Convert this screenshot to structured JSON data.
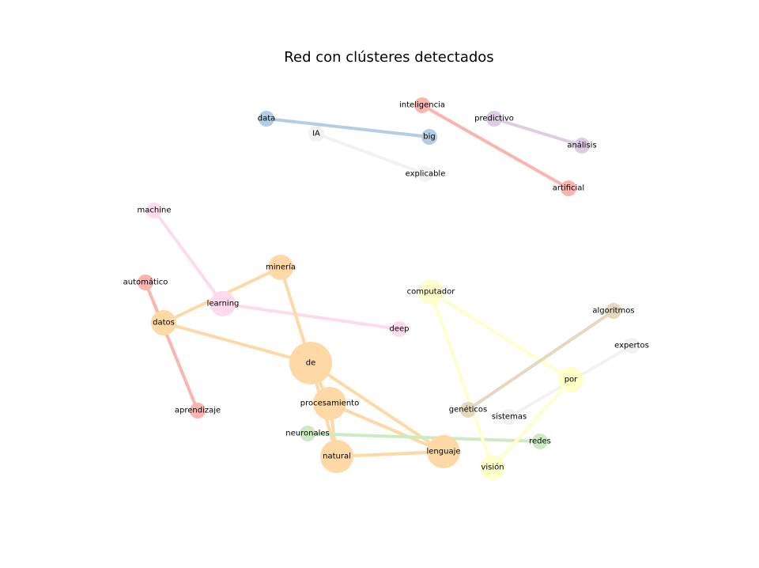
{
  "title": "Red con clústeres detectados",
  "nodes": [
    {
      "id": "data",
      "label": "data",
      "cluster": "c_data",
      "size": "small"
    },
    {
      "id": "big",
      "label": "big",
      "cluster": "c_data",
      "size": "small"
    },
    {
      "id": "IA",
      "label": "IA",
      "cluster": "c_ia",
      "size": "small"
    },
    {
      "id": "explicable",
      "label": "explicable",
      "cluster": "c_ia",
      "size": "small"
    },
    {
      "id": "inteligencia",
      "label": "inteligencia",
      "cluster": "c_ai",
      "size": "small"
    },
    {
      "id": "artificial",
      "label": "artificial",
      "cluster": "c_ai",
      "size": "small"
    },
    {
      "id": "predictivo",
      "label": "predictivo",
      "cluster": "c_pred",
      "size": "small"
    },
    {
      "id": "analisis",
      "label": "análisis",
      "cluster": "c_pred",
      "size": "small"
    },
    {
      "id": "machine",
      "label": "machine",
      "cluster": "c_ml",
      "size": "small"
    },
    {
      "id": "learning",
      "label": "learning",
      "cluster": "c_ml",
      "size": "medium"
    },
    {
      "id": "deep",
      "label": "deep",
      "cluster": "c_ml",
      "size": "small"
    },
    {
      "id": "automatico",
      "label": "automático",
      "cluster": "c_auto",
      "size": "small"
    },
    {
      "id": "aprendizaje",
      "label": "aprendizaje",
      "cluster": "c_auto",
      "size": "small"
    },
    {
      "id": "mineria",
      "label": "minería",
      "cluster": "c_nlp",
      "size": "medium"
    },
    {
      "id": "datos",
      "label": "datos",
      "cluster": "c_nlp",
      "size": "medium"
    },
    {
      "id": "de",
      "label": "de",
      "cluster": "c_nlp",
      "size": "xlarge"
    },
    {
      "id": "procesamiento",
      "label": "procesamiento",
      "cluster": "c_nlp",
      "size": "large"
    },
    {
      "id": "natural",
      "label": "natural",
      "cluster": "c_nlp",
      "size": "large"
    },
    {
      "id": "lenguaje",
      "label": "lenguaje",
      "cluster": "c_nlp",
      "size": "large"
    },
    {
      "id": "neuronales",
      "label": "neuronales",
      "cluster": "c_nn",
      "size": "small"
    },
    {
      "id": "redes",
      "label": "redes",
      "cluster": "c_nn",
      "size": "small"
    },
    {
      "id": "computador",
      "label": "computador",
      "cluster": "c_cv",
      "size": "medium"
    },
    {
      "id": "por",
      "label": "por",
      "cluster": "c_cv",
      "size": "medium"
    },
    {
      "id": "vision",
      "label": "visión",
      "cluster": "c_cv",
      "size": "medium"
    },
    {
      "id": "algoritmos",
      "label": "algoritmos",
      "cluster": "c_gen",
      "size": "small"
    },
    {
      "id": "geneticos",
      "label": "genéticos",
      "cluster": "c_gen",
      "size": "small"
    },
    {
      "id": "expertos",
      "label": "expertos",
      "cluster": "c_exp",
      "size": "small"
    },
    {
      "id": "sistemas",
      "label": "sistemas",
      "cluster": "c_exp",
      "size": "small"
    }
  ],
  "edges": [
    [
      "data",
      "big"
    ],
    [
      "IA",
      "explicable"
    ],
    [
      "inteligencia",
      "artificial"
    ],
    [
      "predictivo",
      "analisis"
    ],
    [
      "machine",
      "learning"
    ],
    [
      "learning",
      "deep"
    ],
    [
      "automatico",
      "aprendizaje"
    ],
    [
      "datos",
      "mineria"
    ],
    [
      "datos",
      "de"
    ],
    [
      "mineria",
      "de"
    ],
    [
      "de",
      "procesamiento"
    ],
    [
      "de",
      "natural"
    ],
    [
      "de",
      "lenguaje"
    ],
    [
      "procesamiento",
      "natural"
    ],
    [
      "procesamiento",
      "lenguaje"
    ],
    [
      "natural",
      "lenguaje"
    ],
    [
      "neuronales",
      "redes"
    ],
    [
      "computador",
      "por"
    ],
    [
      "computador",
      "vision"
    ],
    [
      "por",
      "vision"
    ],
    [
      "algoritmos",
      "geneticos"
    ],
    [
      "expertos",
      "sistemas"
    ]
  ],
  "clusters": {
    "c_data": "#b3cde3",
    "c_ia": "#f2f2f2",
    "c_ai": "#fbb4ae",
    "c_pred": "#decbe4",
    "c_ml": "#fddaec",
    "c_auto": "#fbb4ae",
    "c_nlp": "#fed9a6",
    "c_nn": "#ccebc5",
    "c_cv": "#ffffcc",
    "c_gen": "#e5d8bd",
    "c_exp": "#f2f2f2"
  }
}
